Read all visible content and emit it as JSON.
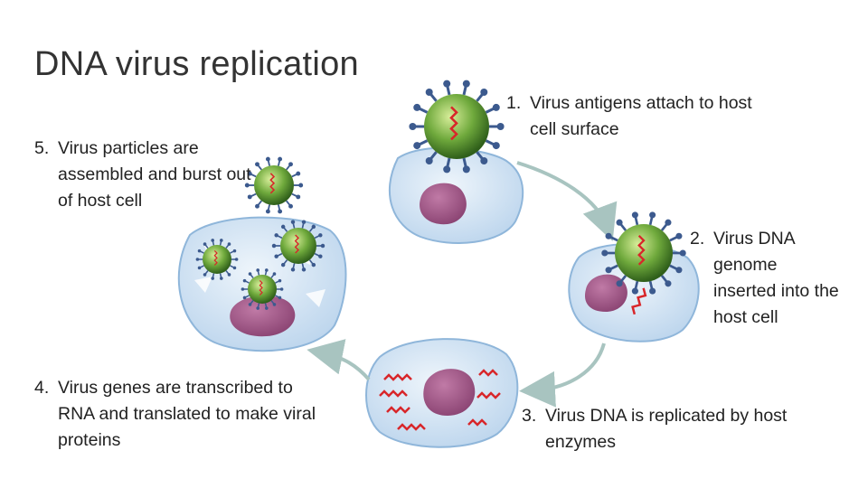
{
  "title": "DNA virus replication",
  "steps": [
    {
      "num": "1.",
      "text": "Virus antigens attach to host cell surface"
    },
    {
      "num": "2.",
      "text": "Virus DNA genome inserted into the host cell"
    },
    {
      "num": "3.",
      "text": "Virus DNA is replicated by host enzymes"
    },
    {
      "num": "4.",
      "text": "Virus genes are transcribed to RNA and translated to make viral proteins"
    },
    {
      "num": "5.",
      "text": "Virus particles are assembled and burst out of host cell"
    }
  ],
  "colors": {
    "cell_fill": "#c9def0",
    "cell_stroke": "#8fb6da",
    "nucleus": "#a25a86",
    "virus_green": "#4c8a2e",
    "spike": "#3c5a8e",
    "dna": "#d8262a",
    "arrow": "#a8c4c0"
  }
}
